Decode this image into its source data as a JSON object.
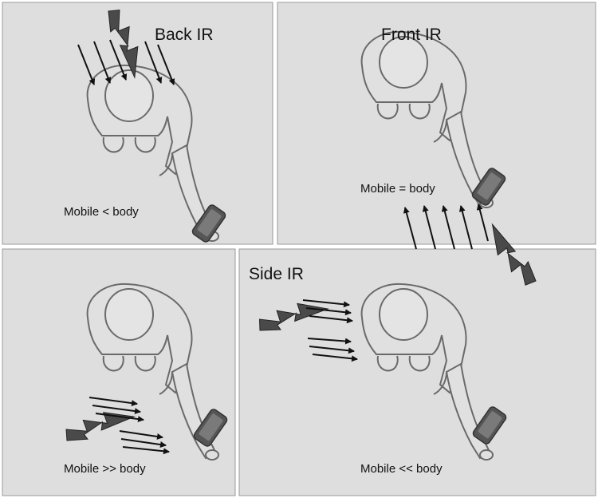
{
  "panels": [
    {
      "title": "Back IR",
      "caption": "Mobile < body"
    },
    {
      "title": "Front IR",
      "caption": "Mobile = body"
    },
    {
      "title": "",
      "caption": "Mobile >> body"
    },
    {
      "title": "Side IR",
      "caption": "Mobile << body"
    }
  ],
  "colors": {
    "panel_bg": "#dedede",
    "outline": "#6a6a6a",
    "figure_fill": "#e0e0e0",
    "lightning": "#4a4a4a",
    "arrow": "#111111",
    "phone": "#555555"
  },
  "icons": [
    "person-top-view-icon",
    "phone-icon",
    "lightning-icon",
    "ir-arrow-icon"
  ]
}
